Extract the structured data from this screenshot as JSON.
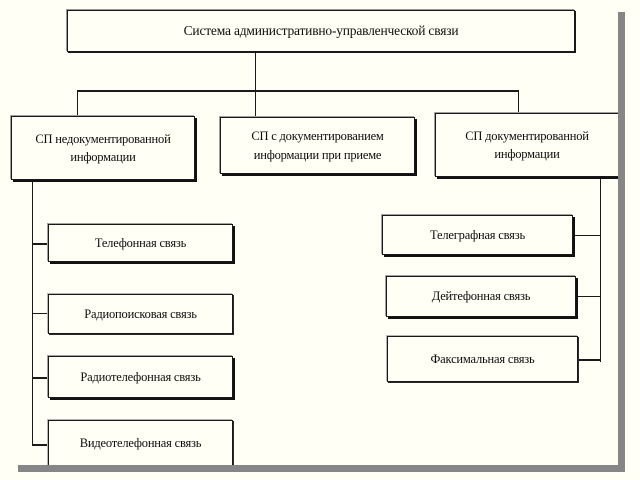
{
  "diagram": {
    "type": "tree",
    "language": "ru",
    "background_color": "#fffff5",
    "line_color": "#1a1a1a",
    "chrome_color": "#868686",
    "root": {
      "label": "Система административно-управленческой связи"
    },
    "level2": [
      {
        "label": "СП недокументированной\nинформации"
      },
      {
        "label": "СП с документированием\nинформации при приеме"
      },
      {
        "label": "СП документированной\nинформации"
      }
    ],
    "left_leaves": [
      {
        "label": "Телефонная связь"
      },
      {
        "label": "Радиопоисковая связь"
      },
      {
        "label": "Радиотелефонная связь"
      },
      {
        "label": "Видеотелефонная связь"
      }
    ],
    "right_leaves": [
      {
        "label": "Телеграфная связь"
      },
      {
        "label": "Дейтефонная связь"
      },
      {
        "label": "Факсимальная связь"
      }
    ]
  }
}
